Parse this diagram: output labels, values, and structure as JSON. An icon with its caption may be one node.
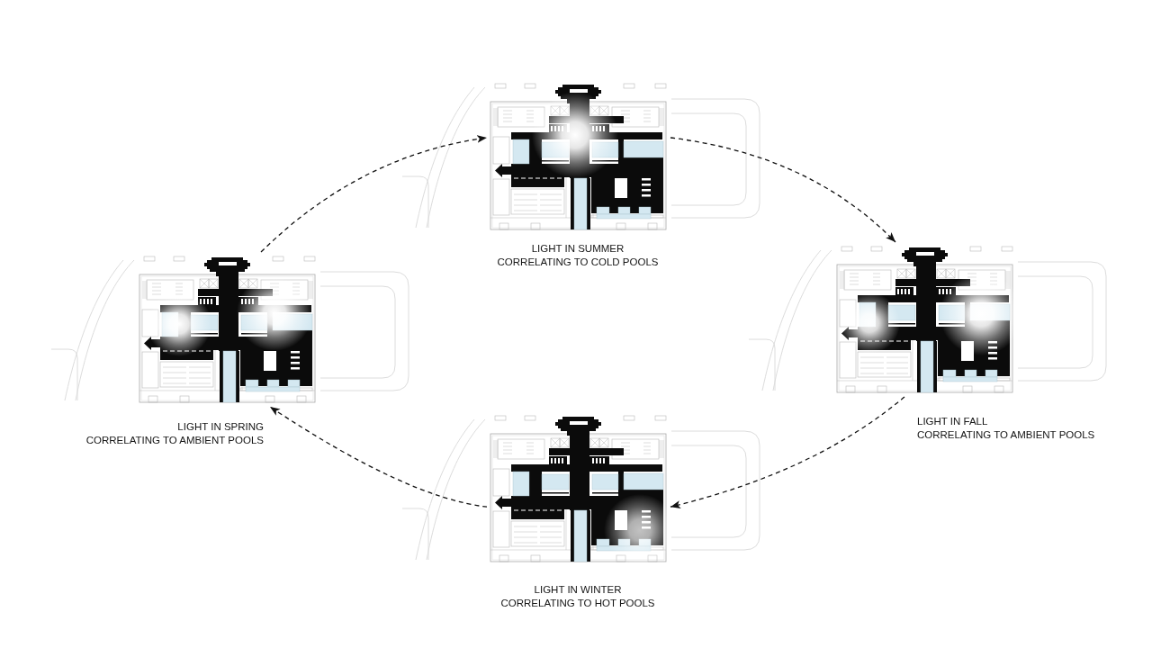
{
  "diagram": {
    "nodes": [
      {
        "text": [],
        "shape": "picture",
        "beside": [
          "LIGHT IN SUMMER",
          "CORRELATING TO COLD POOLS"
        ]
      },
      {
        "text": [],
        "shape": "picture",
        "beside": [
          "LIGHT IN SPRING",
          "CORRELATING TO AMBIENT POOLS"
        ]
      },
      {
        "text": [],
        "shape": "picture",
        "beside": [
          "LIGHT IN FALL",
          "CORRELATING TO AMBIENT POOLS"
        ]
      },
      {
        "text": [],
        "shape": "picture",
        "beside": [
          "LIGHT IN WINTER",
          "CORRELATING TO HOT POOLS"
        ]
      }
    ],
    "edges": [
      {
        "from": 1,
        "to": 0,
        "arrow": "to",
        "style": "dashed"
      },
      {
        "from": 0,
        "to": 2,
        "arrow": "to",
        "style": "dashed"
      },
      {
        "from": 2,
        "to": 3,
        "arrow": "to",
        "style": "dashed"
      },
      {
        "from": 3,
        "to": 1,
        "arrow": "to",
        "style": "dashed"
      }
    ]
  }
}
